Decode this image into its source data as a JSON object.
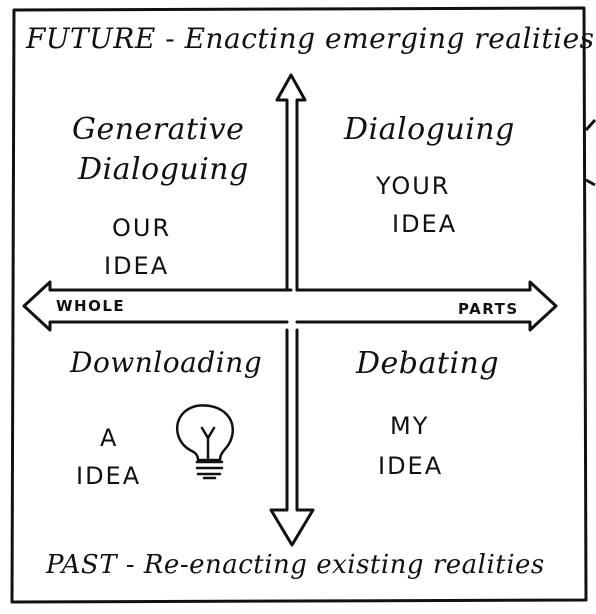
{
  "top_label": "FUTURE - Enacting emerging realities",
  "bottom_label": "PAST - Re-enacting existing realities",
  "left_axis_label": "WHOLE",
  "right_axis_label": "PARTS",
  "quadrants": {
    "top_left": {
      "title_line1": "Generative",
      "title_line2": "Dialoguing",
      "idea_line1": "OUR",
      "idea_line2": "IDEA"
    },
    "top_right": {
      "title_line1": "Dialoguing",
      "idea_line1": "YOUR",
      "idea_line2": "IDEA"
    },
    "bottom_left": {
      "title_line1": "Downloading",
      "idea_line1": "A",
      "idea_line2": "IDEA",
      "icon": "lightbulb-icon"
    },
    "bottom_right": {
      "title_line1": "Debating",
      "idea_line1": "MY",
      "idea_line2": "IDEA"
    }
  },
  "colors": {
    "ink": "#111111",
    "paper": "#ffffff"
  }
}
